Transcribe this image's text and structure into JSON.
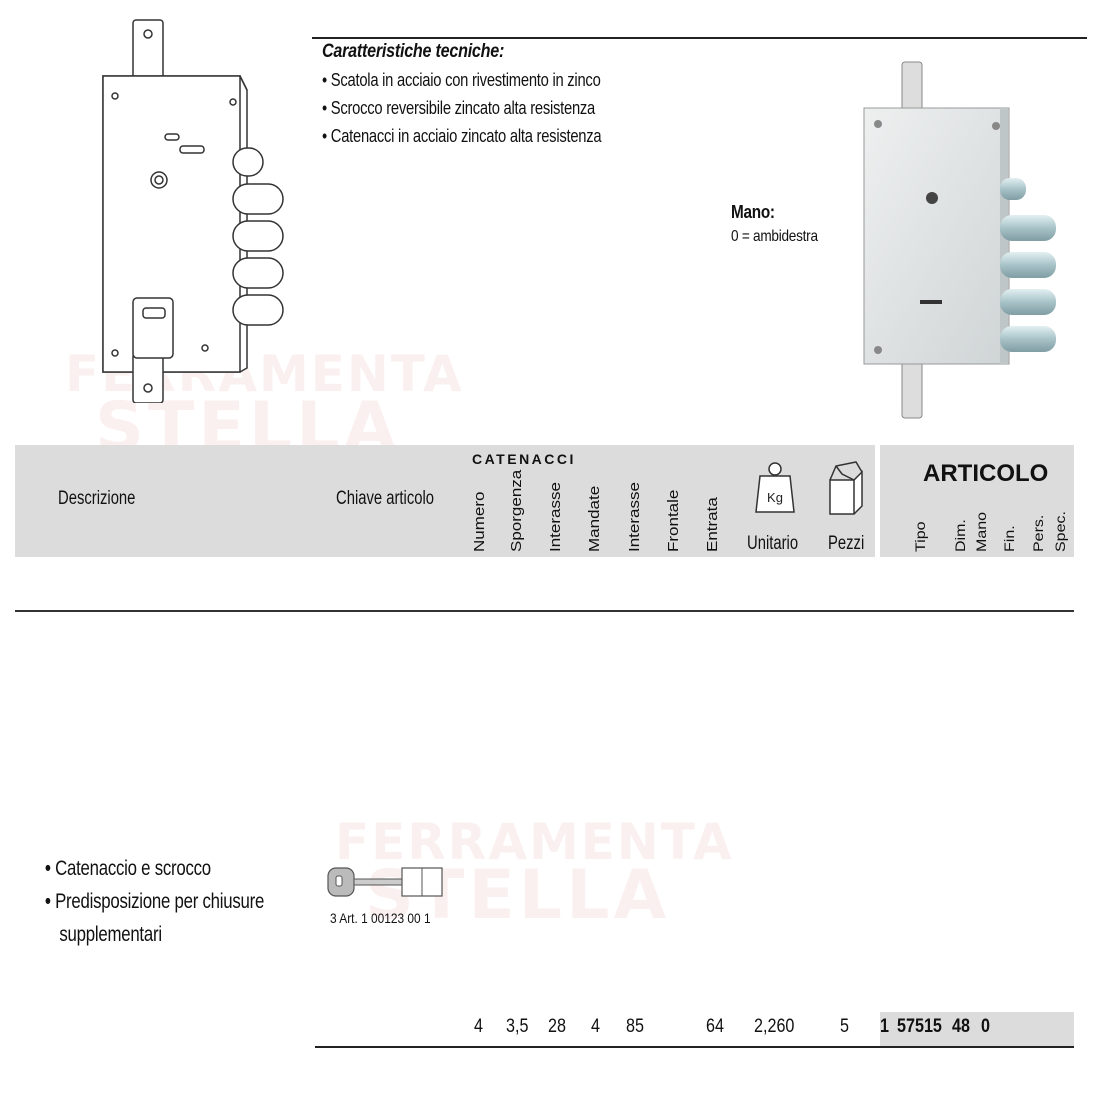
{
  "features": {
    "title": "Caratteristiche tecniche:",
    "items": [
      "Scatola in acciaio con rivestimento in zinco",
      "Scrocco reversibile zincato alta resistenza",
      "Catenacci in acciaio zincato alta resistenza"
    ]
  },
  "mano": {
    "title": "Mano:",
    "value": "0 = ambidestra"
  },
  "watermark": {
    "line1": "FERRAMENTA",
    "line2": "STELLA"
  },
  "header": {
    "descrizione": "Descrizione",
    "chiave_articolo": "Chiave articolo",
    "catenacci_group": "CATENACCI",
    "catenacci_columns": [
      "Numero",
      "Sporgenza",
      "Interasse",
      "Mandate",
      "Interasse",
      "Frontale",
      "Entrata"
    ],
    "weight_icon_label": "Kg",
    "unitario": "Unitario",
    "pezzi": "Pezzi",
    "articolo": "ARTICOLO",
    "articolo_columns": [
      "Tipo",
      "Dim.",
      "Mano",
      "Fin.",
      "Pers.",
      "Spec."
    ]
  },
  "notes": [
    "Catenaccio e scrocco",
    "Predisposizione per chiusure supplementari"
  ],
  "key": {
    "label": "3 Art. 1 00123 00 1"
  },
  "row": {
    "numero": "4",
    "sporgenza": "3,5",
    "interasse": "28",
    "mandate": "4",
    "interasse2": "85",
    "entrata": "64",
    "unitario": "2,260",
    "pezzi": "5",
    "tipo": "1",
    "codice": "57515",
    "dim": "48",
    "mano": "0"
  }
}
